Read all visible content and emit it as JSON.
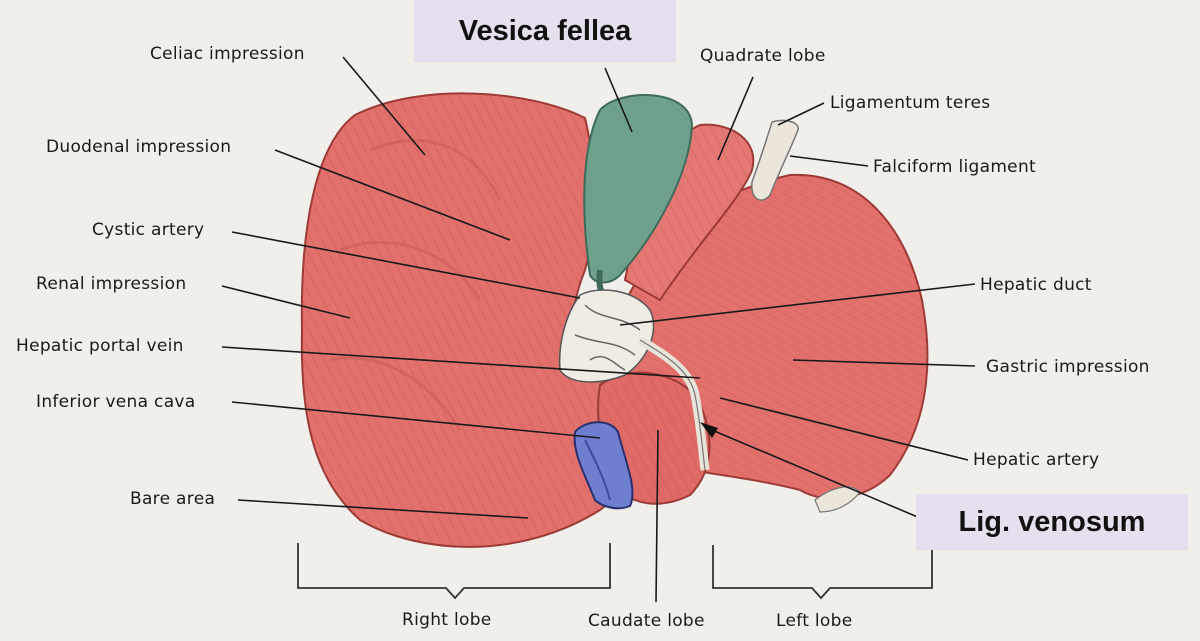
{
  "diagram": {
    "highlight_labels": {
      "vesica_fellea": "Vesica fellea",
      "lig_venosum": "Lig. venosum"
    },
    "left_labels": {
      "celiac_impression": "Celiac impression",
      "duodenal_impression": "Duodenal impression",
      "cystic_artery": "Cystic artery",
      "renal_impression": "Renal impression",
      "hepatic_portal_vein": "Hepatic portal vein",
      "inferior_vena_cava": "Inferior vena cava",
      "bare_area": "Bare area"
    },
    "right_labels": {
      "quadrate_lobe": "Quadrate lobe",
      "ligamentum_teres": "Ligamentum teres",
      "falciform_ligament": "Falciform ligament",
      "hepatic_duct": "Hepatic duct",
      "gastric_impression": "Gastric impression",
      "hepatic_artery": "Hepatic artery"
    },
    "bottom_labels": {
      "right_lobe": "Right lobe",
      "caudate_lobe": "Caudate lobe",
      "left_lobe": "Left lobe"
    },
    "colors": {
      "liver": "#e2706c",
      "liver_dark": "#b94a46",
      "gallbladder": "#6fa08c",
      "vena_cava": "#6f7fcf",
      "ligament": "#e9e4da",
      "label_box": "#e6dfee"
    }
  }
}
